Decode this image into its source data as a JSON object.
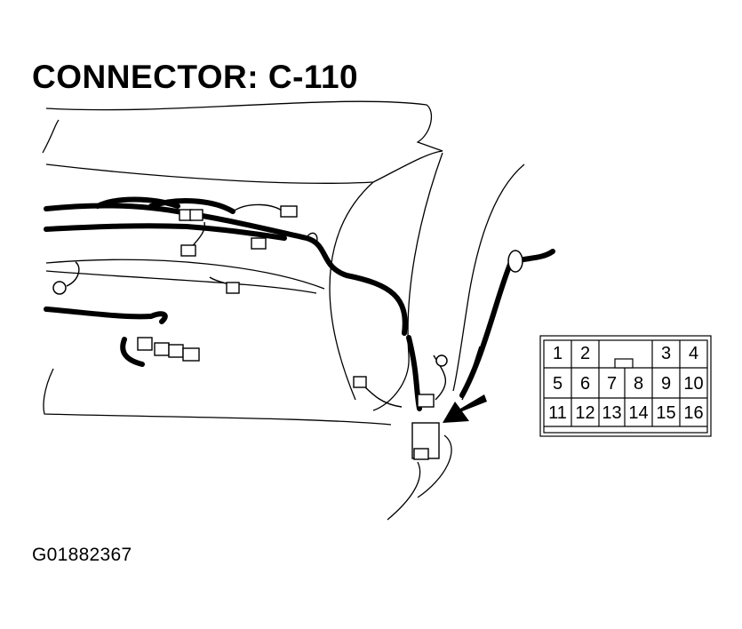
{
  "title": "CONNECTOR: C-110",
  "figure_id": "G01882367",
  "connector_face": {
    "row1": [
      "1",
      "2",
      "3",
      "4"
    ],
    "row2": [
      "5",
      "6",
      "7",
      "8",
      "9",
      "10"
    ],
    "row3": [
      "11",
      "12",
      "13",
      "14",
      "15",
      "16"
    ]
  }
}
